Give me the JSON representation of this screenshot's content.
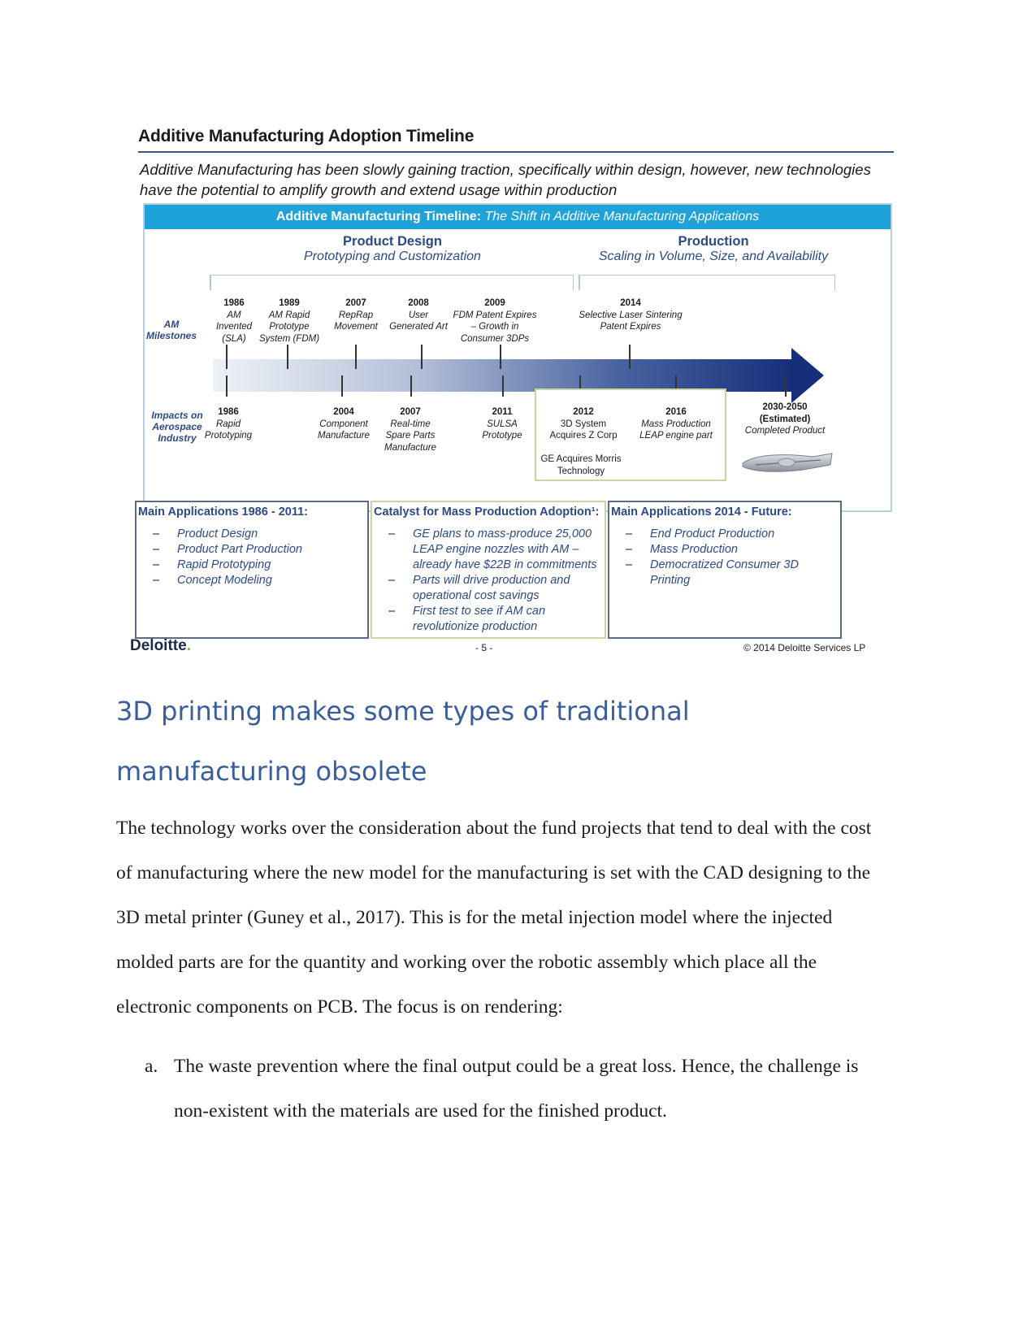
{
  "figure": {
    "title": "Additive Manufacturing Adoption Timeline",
    "subtitle": "Additive Manufacturing has been slowly gaining traction, specifically within design, however, new technologies have the potential to amplify growth and extend usage within production",
    "banner_bold": "Additive Manufacturing Timeline:",
    "banner_italic": "The Shift in Additive Manufacturing Applications",
    "phases": [
      {
        "title": "Product Design",
        "subtitle": "Prototyping and Customization"
      },
      {
        "title": "Production",
        "subtitle": "Scaling in Volume, Size, and Availability"
      }
    ],
    "row_labels": {
      "milestones": "AM Milestones",
      "impacts": "Impacts on Aerospace Industry"
    },
    "milestones": [
      {
        "year": "1986",
        "text": "AM Invented (SLA)"
      },
      {
        "year": "1989",
        "text": "AM Rapid Prototype System (FDM)"
      },
      {
        "year": "2007",
        "text": "RepRap Movement"
      },
      {
        "year": "2008",
        "text": "User Generated Art"
      },
      {
        "year": "2009",
        "text": "FDM Patent Expires – Growth in Consumer 3DPs"
      },
      {
        "year": "2014",
        "text": "Selective Laser Sintering Patent Expires"
      }
    ],
    "impacts": [
      {
        "year": "1986",
        "text": "Rapid Prototyping"
      },
      {
        "year": "2004",
        "text": "Component Manufacture"
      },
      {
        "year": "2007",
        "text": "Real-time Spare Parts Manufacture"
      },
      {
        "year": "2011",
        "text": "SULSA Prototype"
      },
      {
        "year": "2012",
        "text": "3D System Acquires Z Corp"
      },
      {
        "year": "2016",
        "text": "Mass Production LEAP engine part"
      },
      {
        "year": "2030-2050 (Estimated)",
        "text": "Completed Product"
      }
    ],
    "impact_note": "GE Acquires Morris Technology",
    "applications": [
      {
        "title": "Main Applications 1986 - 2011:",
        "items": [
          "Product Design",
          "Product Part Production",
          "Rapid Prototyping",
          "Concept Modeling"
        ]
      },
      {
        "title": "Catalyst for Mass Production Adoption¹:",
        "items": [
          "GE plans to mass-produce 25,000 LEAP engine nozzles with AM – already have $22B in commitments",
          "Parts will drive production and operational cost savings",
          "First test to see if AM can revolutionize production"
        ]
      },
      {
        "title": "Main Applications 2014 - Future:",
        "items": [
          "End Product Production",
          "Mass Production",
          "Democratized Consumer 3D Printing"
        ]
      }
    ],
    "footer": {
      "logo": "Deloitte",
      "logo_dot": ".",
      "page": "- 5 -",
      "copyright": "© 2014 Deloitte Services LP"
    }
  },
  "heading": {
    "line1": "3D printing makes some types of traditional",
    "line2": "manufacturing obsolete"
  },
  "body": {
    "paragraph": "The technology works over the consideration about the fund projects that tend to deal with the cost of manufacturing where the new model for the manufacturing is set with the CAD designing to the 3D metal printer (Guney et al., 2017). This is for the metal injection model where the injected molded parts are for the quantity and working over the robotic assembly which place all the electronic components on PCB. The focus is on rendering:",
    "list": [
      {
        "marker": "a.",
        "text": "The waste prevention where the final output could be a great loss. Hence, the challenge is non-existent with the materials are used for the finished product."
      }
    ]
  }
}
